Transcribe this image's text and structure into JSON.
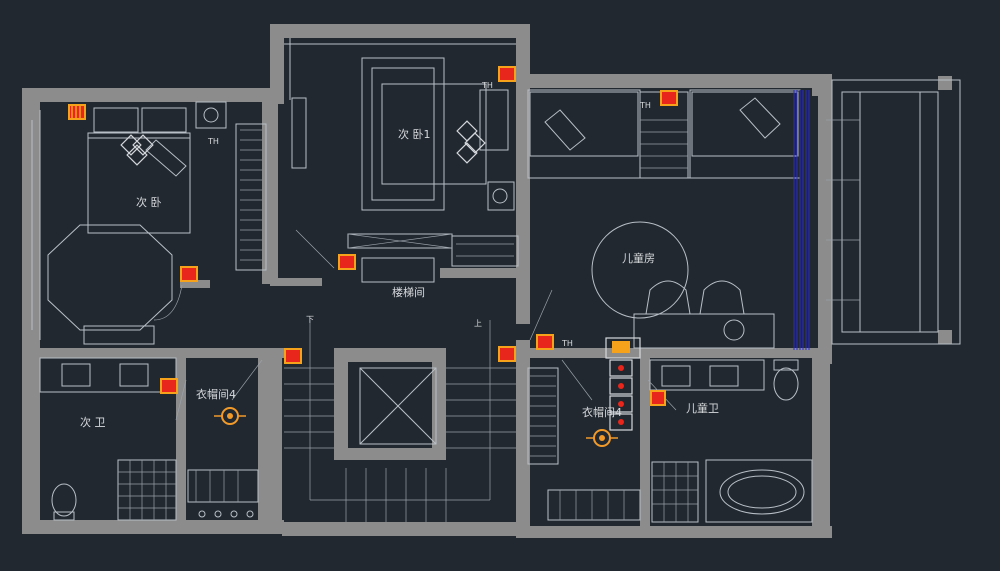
{
  "rooms": {
    "bedroom_left": "次 卧",
    "bedroom_1": "次 卧1",
    "children_room": "儿童房",
    "stairwell": "楼梯间",
    "bath_left": "次 卫",
    "cloakroom_left": "衣帽间4",
    "cloakroom_right": "衣帽间4",
    "children_bath": "儿童卫"
  },
  "markers": {
    "th_1": "TH",
    "th_2": "TH",
    "th_3": "TH",
    "th_4": "TH",
    "stair_down": "下",
    "stair_up": "上"
  },
  "colors": {
    "background": "#212830",
    "wall": "#8c8c8c",
    "line": "#b9bfc6",
    "heater_red": "#e8261b",
    "heater_orange": "#f7a21b",
    "curtain_blue": "#2a2ad6",
    "light_orange": "#f19a2a"
  }
}
